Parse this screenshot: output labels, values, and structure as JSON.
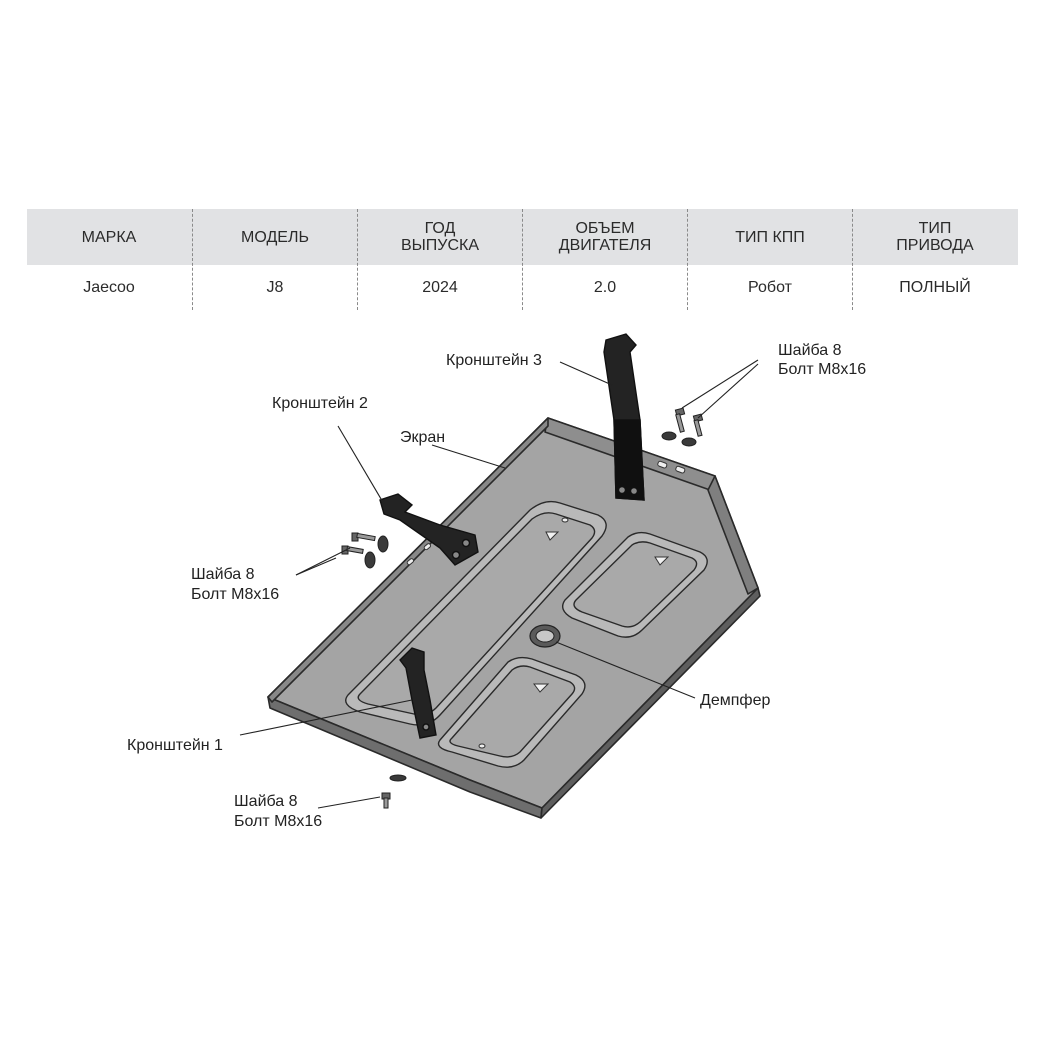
{
  "spec_table": {
    "headers": [
      [
        "МАРКА"
      ],
      [
        "МОДЕЛЬ"
      ],
      [
        "ГОД",
        "ВЫПУСКА"
      ],
      [
        "ОБЪЕМ",
        "ДВИГАТЕЛЯ"
      ],
      [
        "ТИП КПП"
      ],
      [
        "ТИП",
        "ПРИВОДА"
      ]
    ],
    "values": [
      "Jaecoo",
      "J8",
      "2024",
      "2.0",
      "Робот",
      "ПОЛНЫЙ"
    ]
  },
  "callouts": {
    "bracket_3": "Кронштейн 3",
    "bracket_2": "Кронштейн 2",
    "bracket_1": "Кронштейн 1",
    "screen": "Экран",
    "damper": "Демпфер",
    "hardware_top": {
      "washer": "Шайба 8",
      "bolt": "Болт М8х16"
    },
    "hardware_left": {
      "washer": "Шайба 8",
      "bolt": "Болт М8х16"
    },
    "hardware_bottom": {
      "washer": "Шайба 8",
      "bolt": "Болт М8х16"
    }
  }
}
